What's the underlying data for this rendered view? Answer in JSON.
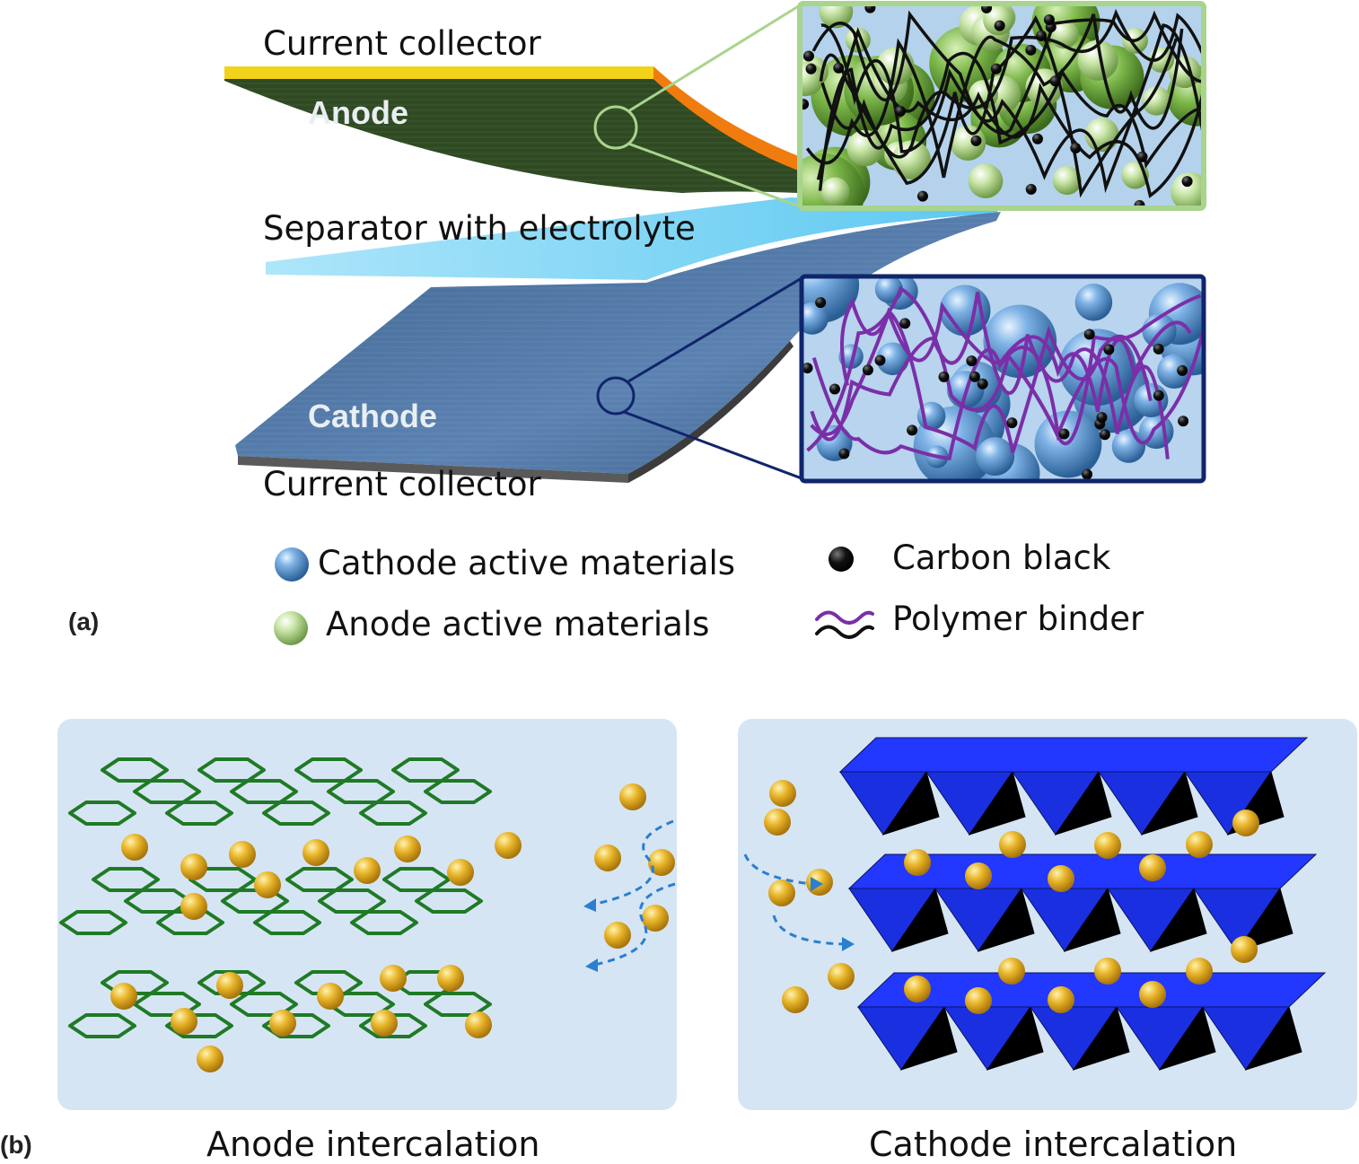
{
  "panel_a": {
    "tag": "(a)",
    "top_collector": "Current collector",
    "anode": "Anode",
    "separator": "Separator with electrolyte",
    "cathode": "Cathode",
    "bottom_collector": "Current collector"
  },
  "legend": {
    "cathode_materials": "Cathode active materials",
    "anode_materials": "Anode active materials",
    "carbon_black": "Carbon black",
    "binder": "Polymer binder"
  },
  "panel_b": {
    "tag": "(b)",
    "anode_caption": "Anode intercalation",
    "cathode_caption": "Cathode intercalation"
  },
  "colors": {
    "anode": "#2f4a22",
    "cathode": "#4a6f9e",
    "separator": "#8fd8f4",
    "collector_top": "#f2d21a",
    "collector_edge": "#f07c10",
    "graphene": "#1f7a25",
    "octahedra": "#1a2fe0",
    "ion": "#e0ad1c",
    "panel_bg": "#d6e5f3"
  }
}
